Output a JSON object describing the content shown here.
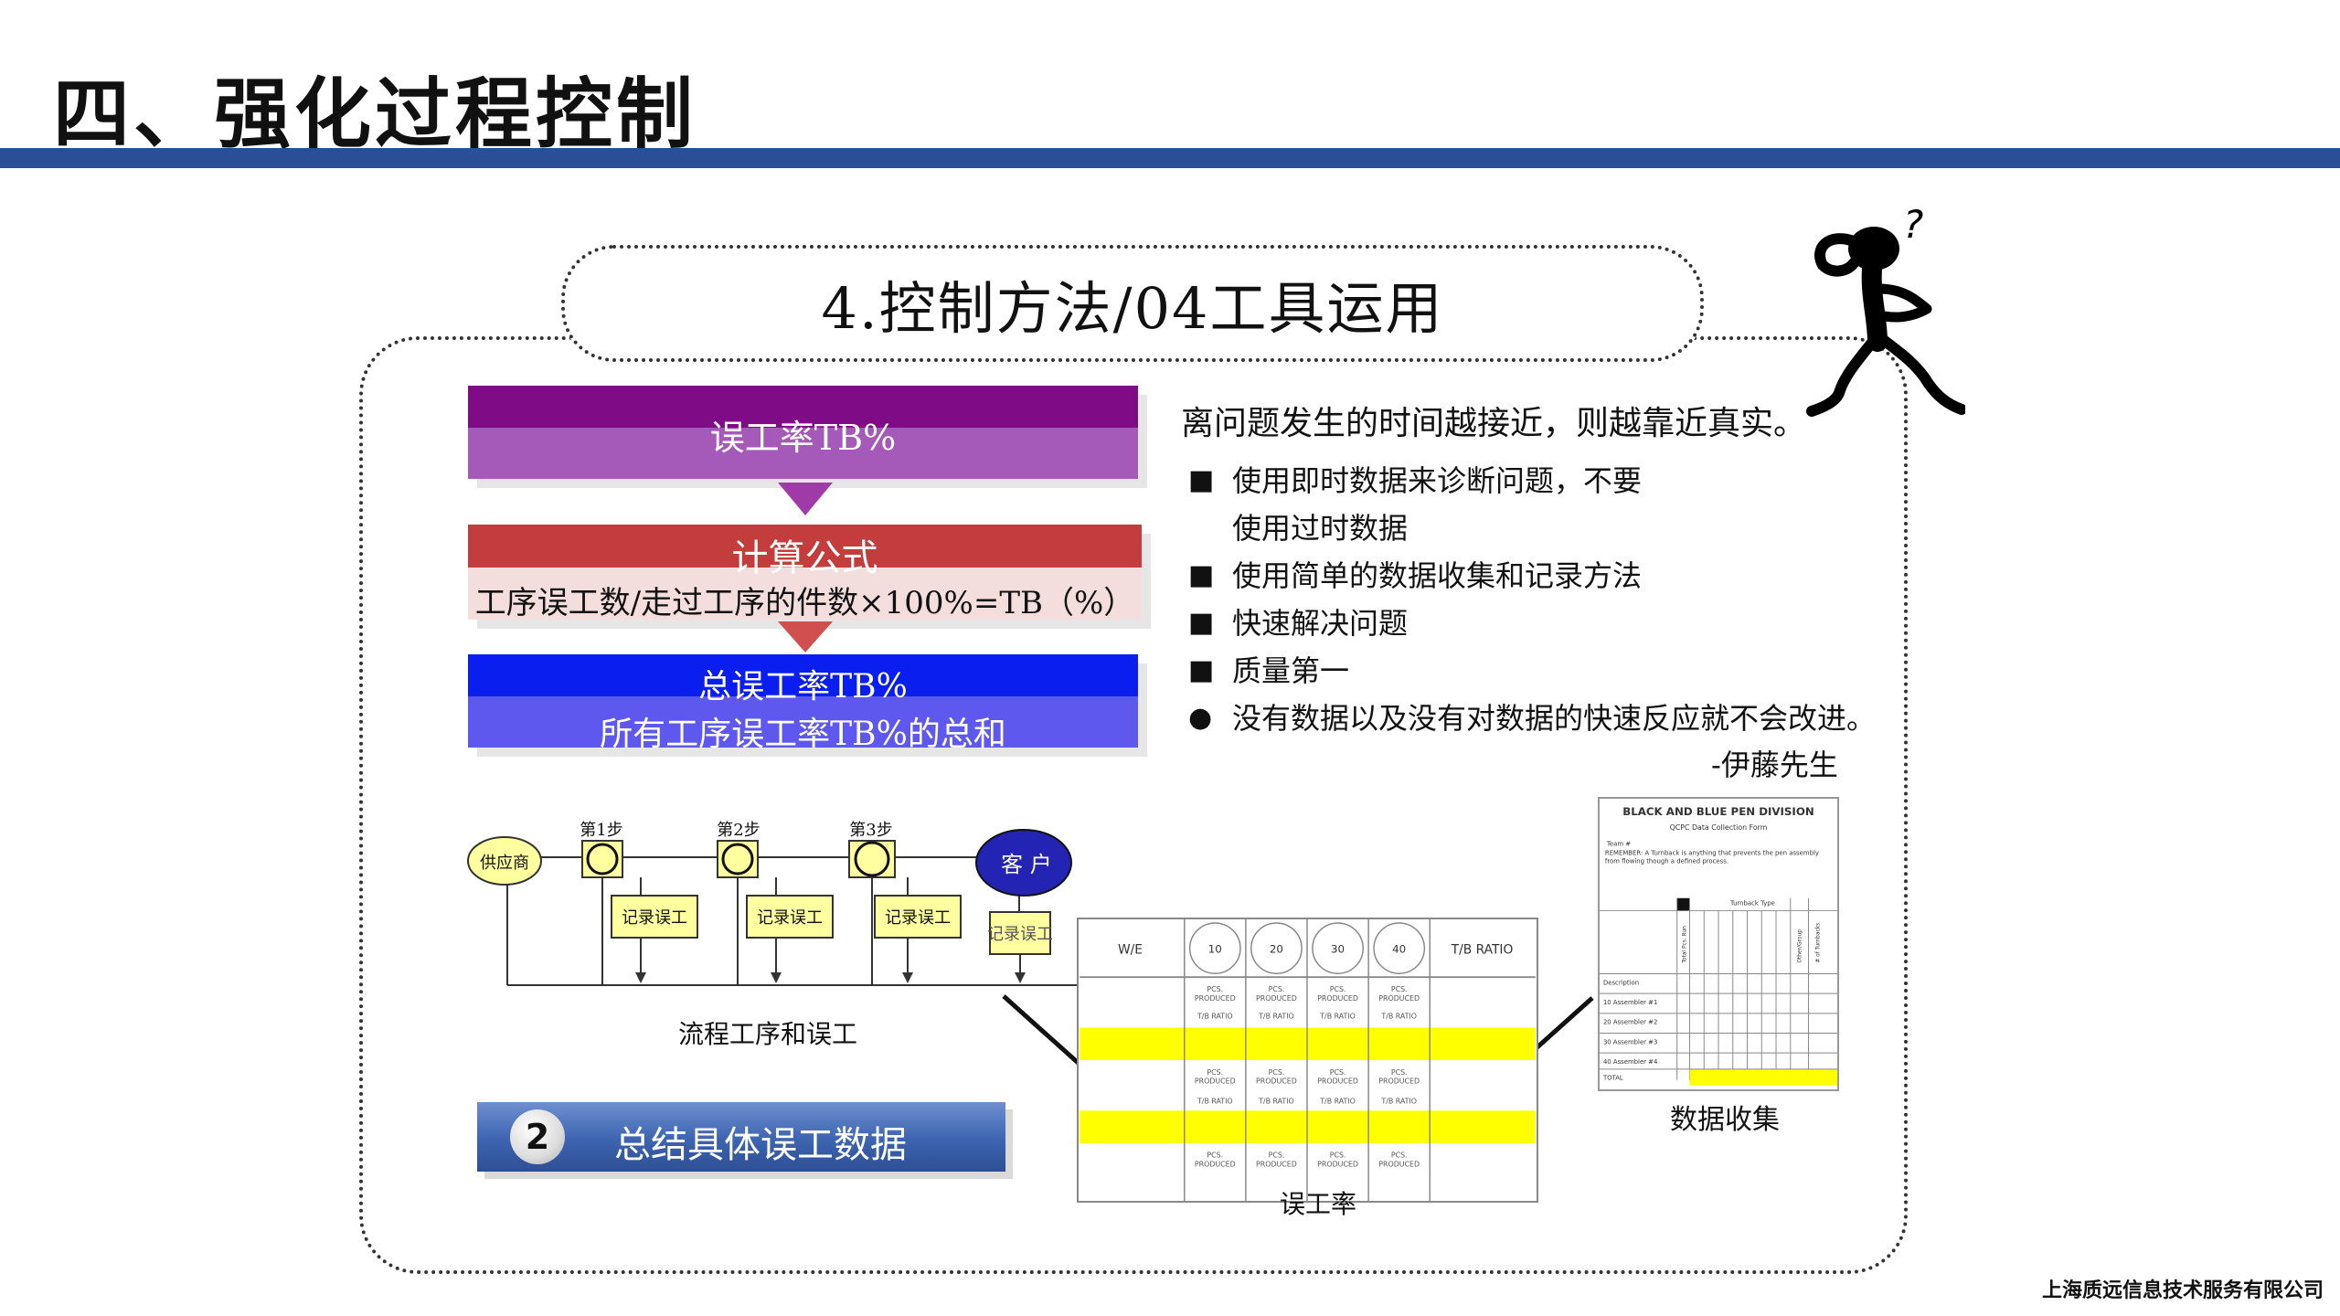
{
  "title": "四、强化过程控制",
  "header": "4.控制方法/04工具运用",
  "bars": {
    "tb_rate": "误工率TB%",
    "formula_title": "计算公式",
    "formula": "工序误工数/走过工序的件数×100%=TB（%）",
    "total_title": "总误工率TB%",
    "total_desc": "所有工序误工率TB%的总和"
  },
  "intro": "离问题发生的时间越接近，则越靠近真实。",
  "bullets": [
    {
      "marker": "■",
      "text": "使用即时数据来诊断问题，不要"
    },
    {
      "marker": "",
      "text": "使用过时数据"
    },
    {
      "marker": "■",
      "text": "使用简单的数据收集和记录方法"
    },
    {
      "marker": "■",
      "text": "快速解决问题"
    },
    {
      "marker": "■",
      "text": "质量第一"
    },
    {
      "marker": "●",
      "text": "没有数据以及没有对数据的快速反应就不会改进。"
    }
  ],
  "author": "-伊藤先生",
  "flow": {
    "supplier": "供应商",
    "customer": "客 户",
    "steps": [
      "第1步",
      "第2步",
      "第3步"
    ],
    "record": "记录误工",
    "caption": "流程工序和误工"
  },
  "summary": {
    "number": "2",
    "label": "总结具体误工数据"
  },
  "tb_table": {
    "we": "W/E",
    "ratio": "T/B RATIO",
    "cols": [
      "10",
      "20",
      "30",
      "40"
    ],
    "cell_top": "PCS.",
    "cell_bottom": "PRODUCED",
    "cell_ratio": "T/B RATIO",
    "caption": "误工率"
  },
  "form": {
    "title": "BLACK AND BLUE PEN DIVISION",
    "subtitle": "QCPC Data Collection Form",
    "team": "Team #",
    "remember": "REMEMBER: A Turnback is anything that prevents the pen assembly from flowing though a defined process.",
    "type": "Turnback Type",
    "left_col": "Total Pcs. Run",
    "right_col1": "Other/Group",
    "right_col2": "# of Turnbacks",
    "rows": [
      "Description",
      "10 Assembler #1",
      "20 Assembler #2",
      "30 Assembler #3",
      "40 Assembler #4",
      "TOTAL"
    ],
    "caption": "数据收集"
  },
  "company": "上海质远信息技术服务有限公司",
  "colors": {
    "title_bar": "#2b4f96",
    "purple": "#7f0c86",
    "red": "#c33d3d",
    "blue": "#0a1ef0",
    "highlight": "#ffff00"
  }
}
